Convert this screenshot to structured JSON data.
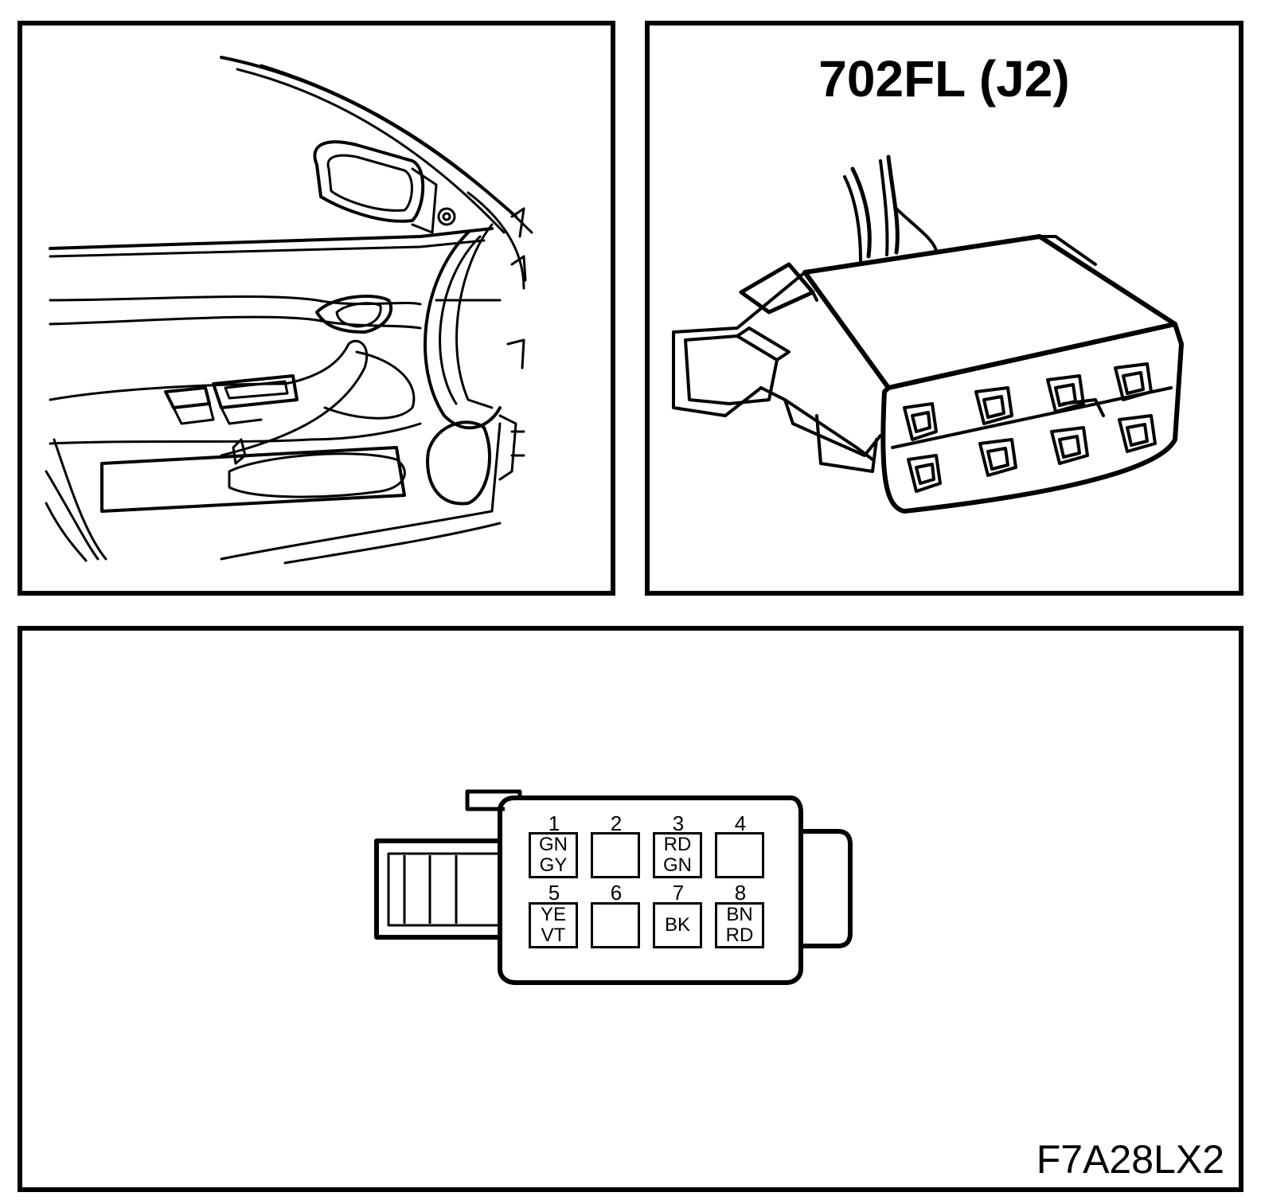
{
  "connector": {
    "title": "702FL (J2)"
  },
  "figure_id": "F7A28LX2",
  "pins": [
    {
      "num": "1",
      "line1": "GN",
      "line2": "GY"
    },
    {
      "num": "2",
      "line1": "",
      "line2": ""
    },
    {
      "num": "3",
      "line1": "RD",
      "line2": "GN"
    },
    {
      "num": "4",
      "line1": "",
      "line2": ""
    },
    {
      "num": "5",
      "line1": "YE",
      "line2": "VT"
    },
    {
      "num": "6",
      "line1": "",
      "line2": ""
    },
    {
      "num": "7",
      "line1": "BK",
      "line2": ""
    },
    {
      "num": "8",
      "line1": "BN",
      "line2": "RD"
    }
  ]
}
